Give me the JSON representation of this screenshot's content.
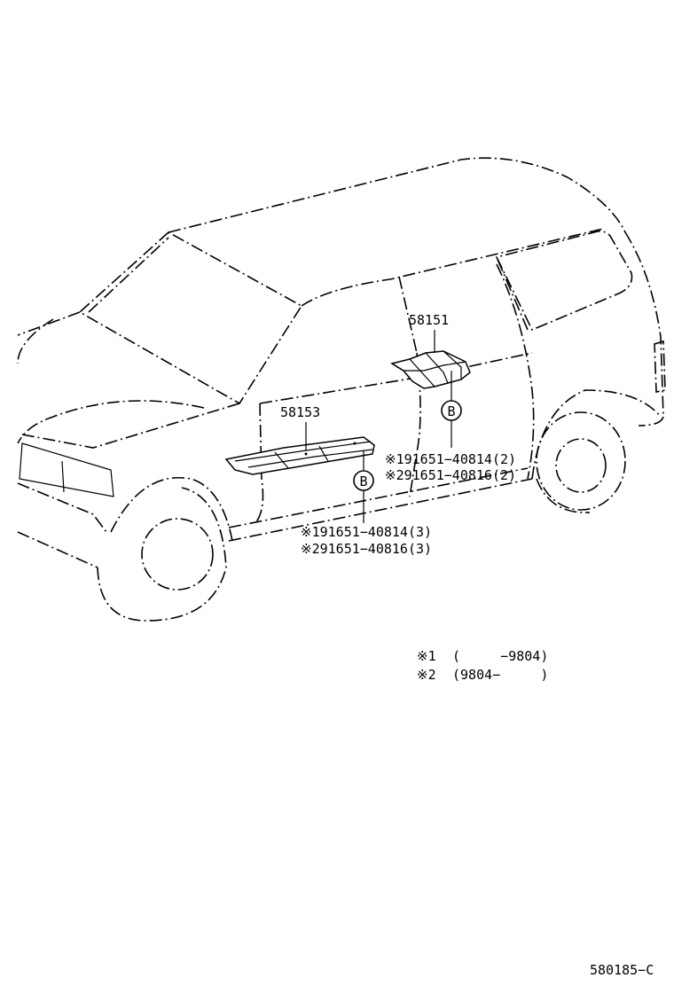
{
  "parts": {
    "part_a": "58151",
    "part_b": "58153"
  },
  "fasteners": {
    "upper_line1": "※191651−40814(2)",
    "upper_line2": "※291651−40816(2)",
    "lower_line1": "※191651−40814(3)",
    "lower_line2": "※291651−40816(3)",
    "callout_letter": "B"
  },
  "notes": {
    "note1_mark": "※1",
    "note1_range": "(     −9804)",
    "note2_mark": "※2",
    "note2_range": "(9804−     )"
  },
  "reference_code": "580185−C"
}
